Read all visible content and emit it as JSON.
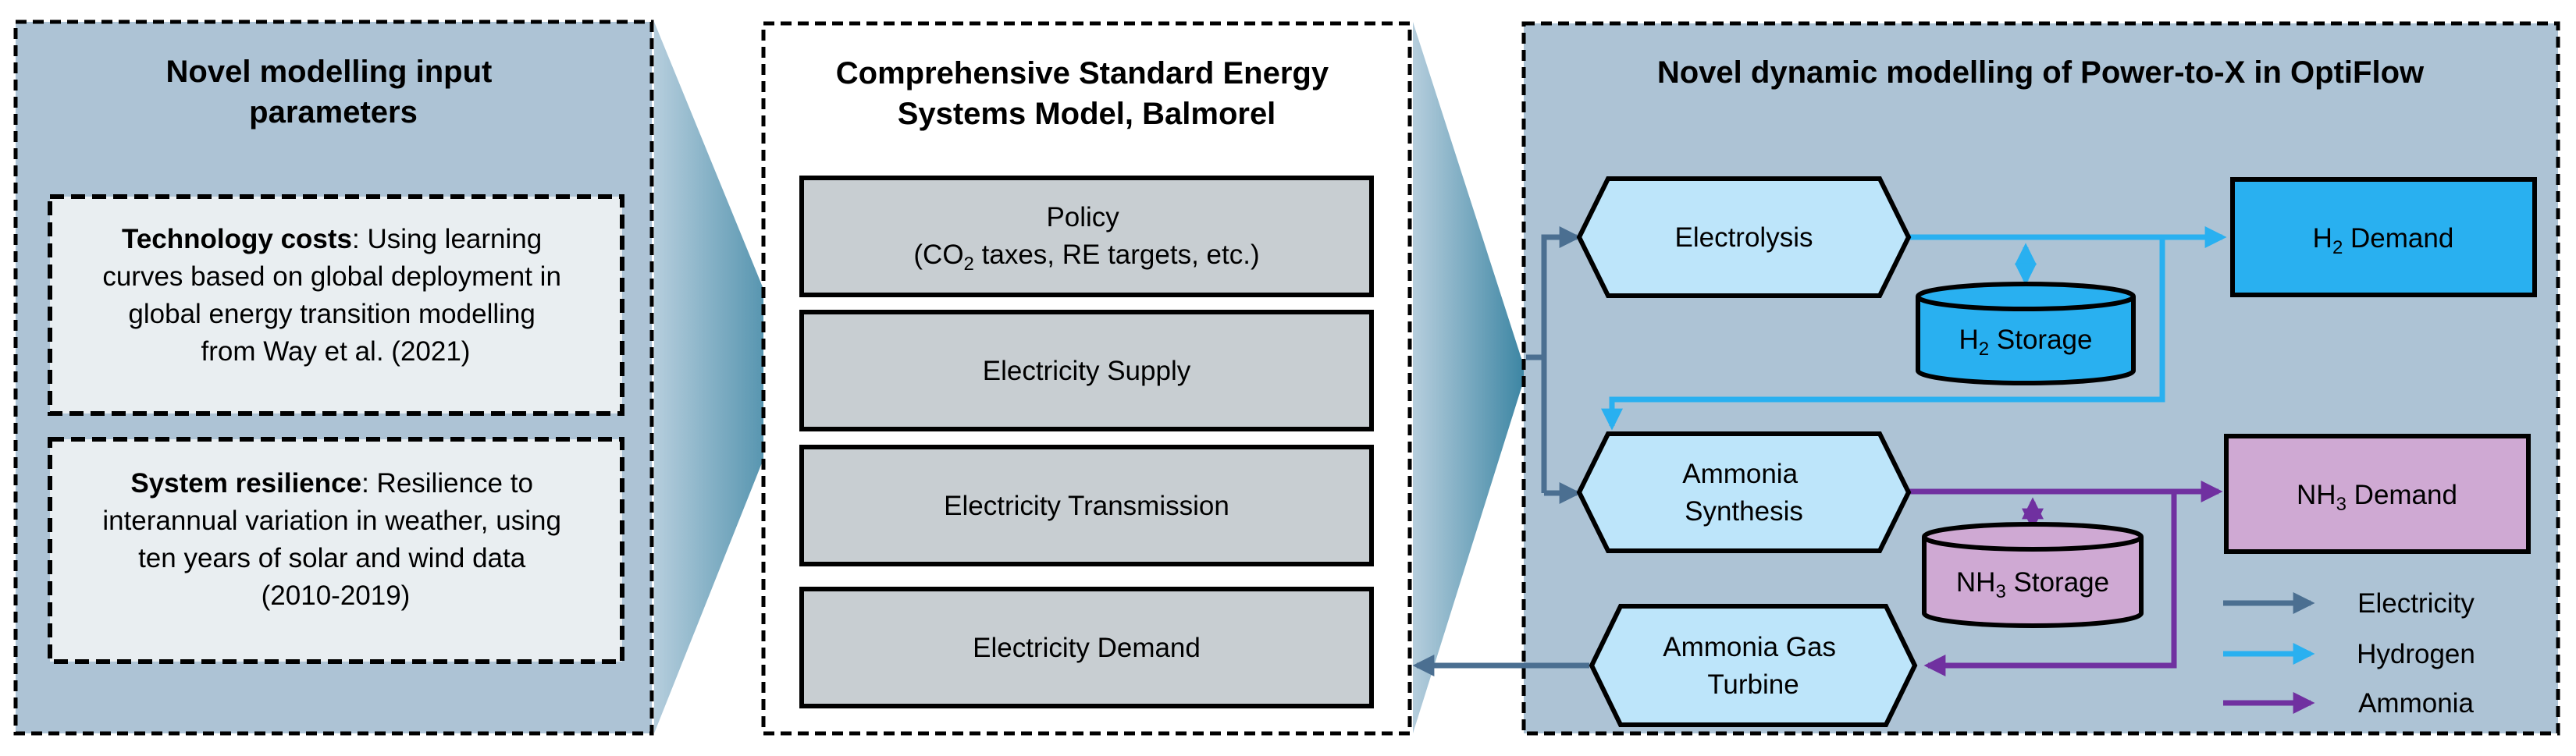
{
  "left_panel": {
    "title_line1": "Novel modelling input",
    "title_line2": "parameters",
    "boxes": [
      {
        "heading": "Technology costs",
        "lines": [
          ": Using learning",
          "curves based on global deployment in",
          "global energy transition modelling",
          "from Way et al. (2021)"
        ]
      },
      {
        "heading": "System resilience",
        "lines": [
          ": Resilience to",
          "interannual variation in weather, using",
          "ten years of solar and wind data",
          "(2010-2019)"
        ]
      }
    ]
  },
  "center_panel": {
    "title_line1": "Comprehensive Standard Energy",
    "title_line2": "Systems Model, Balmorel",
    "boxes": [
      {
        "line1": "Policy",
        "line2_pre": "(CO",
        "line2_sub": "2",
        "line2_post": " taxes, RE targets, etc.)"
      },
      {
        "label": "Electricity Supply"
      },
      {
        "label": "Electricity Transmission"
      },
      {
        "label": "Electricity Demand"
      }
    ]
  },
  "right_panel": {
    "title": "Novel dynamic modelling of Power-to-X in OptiFlow",
    "nodes": {
      "electrolysis": "Electrolysis",
      "ammonia_synthesis_line1": "Ammonia",
      "ammonia_synthesis_line2": "Synthesis",
      "ammonia_turbine_line1": "Ammonia Gas",
      "ammonia_turbine_line2": "Turbine",
      "h2_demand": {
        "pre": "H",
        "sub": "2",
        "post": " Demand"
      },
      "h2_storage": {
        "pre": "H",
        "sub": "2",
        "post": " Storage"
      },
      "nh3_demand": {
        "pre": "NH",
        "sub": "3",
        "post": " Demand"
      },
      "nh3_storage": {
        "pre": "NH",
        "sub": "3",
        "post": " Storage"
      }
    },
    "legend": [
      "Electricity",
      "Hydrogen",
      "Ammonia"
    ]
  },
  "colors": {
    "panel_bg": "#adc3d5",
    "input_box_bg": "#e9eef1",
    "policy_box_bg": "#c8ced2",
    "node_bg": "#bde5fa",
    "h2_color": "#29b0f0",
    "nh3_box_bg": "#cfa9d3",
    "electricity_arrow": "#4b6f91",
    "hydrogen_arrow": "#29b0f0",
    "ammonia_arrow": "#7030a0"
  }
}
